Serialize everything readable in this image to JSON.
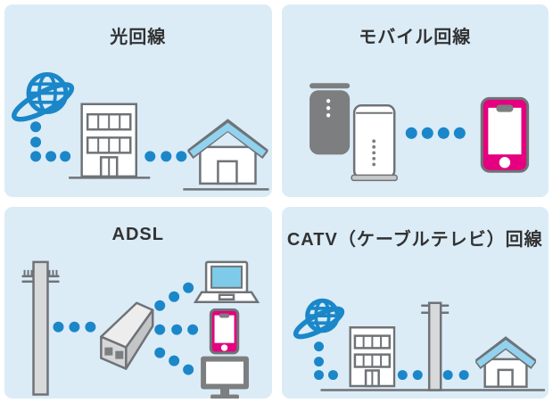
{
  "colors": {
    "page_bg": "#ffffff",
    "panel_bg": "#dbecf7",
    "accent_blue": "#1b87c9",
    "pink": "#e4007f",
    "dark_gray": "#7c7e80",
    "outline_gray": "#6f7377",
    "light_gray": "#d8d9da",
    "roof_blue": "#92d2ee",
    "screen_blue": "#7dcbe9",
    "title_color": "#323232"
  },
  "panels": [
    {
      "id": "fiber",
      "title": "光回線",
      "flow": [
        "internet-globe-icon",
        "office-building-icon",
        "house-icon"
      ],
      "connector": "blue-dotted-line"
    },
    {
      "id": "mobile",
      "title": "モバイル回線",
      "flow": [
        "mobile-router-icon",
        "home-router-icon",
        "smartphone-icon"
      ],
      "connector": "blue-dotted-line"
    },
    {
      "id": "adsl",
      "title": "ADSL",
      "flow": [
        "utility-pole-icon",
        "adsl-modem-icon",
        "laptop-icon",
        "smartphone-icon",
        "desktop-monitor-icon"
      ],
      "connector": "blue-dotted-line-fanout"
    },
    {
      "id": "catv",
      "title": "CATV（ケーブルテレビ）回線",
      "flow": [
        "internet-globe-icon",
        "office-building-icon",
        "utility-pole-icon",
        "house-icon"
      ],
      "connector": "blue-dotted-line"
    }
  ]
}
